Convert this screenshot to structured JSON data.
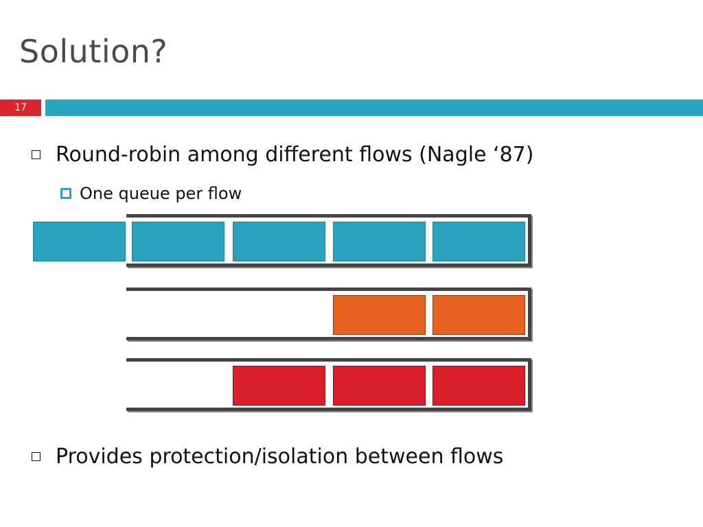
{
  "slide": {
    "title": "Solution?",
    "number": "17"
  },
  "bullets": {
    "main1": "Round-robin among different flows (Nagle ‘87)",
    "sub1": "One queue per flow",
    "main2": "Provides protection/isolation between flows"
  },
  "colors": {
    "accent_blue": "#2ba3bf",
    "accent_red": "#d92530",
    "flow1": "#2ba3bf",
    "flow2": "#e8621f",
    "flow3": "#d9202a"
  },
  "queues": [
    {
      "flow": 1,
      "color": "blue",
      "packets_in_queue": 4,
      "packets_outgoing": 1
    },
    {
      "flow": 2,
      "color": "orange",
      "packets_in_queue": 2,
      "packets_outgoing": 0
    },
    {
      "flow": 3,
      "color": "red",
      "packets_in_queue": 3,
      "packets_outgoing": 0
    }
  ]
}
